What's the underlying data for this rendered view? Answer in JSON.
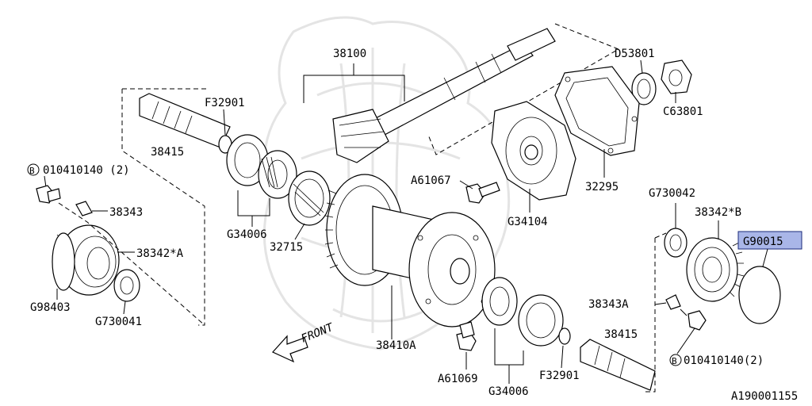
{
  "diagram": {
    "labels": {
      "shaft_38100": "38100",
      "d53801": "D53801",
      "c63801": "C63801",
      "f32901_top": "F32901",
      "shaft_38415_left": "38415",
      "bolt_left_code": "010410140 (2)",
      "bolt_right_code": "010410140(2)",
      "b_marker": "B",
      "clip_38343": "38343",
      "g34006_left": "G34006",
      "g32715": "32715",
      "a61067": "A61067",
      "g34104": "G34104",
      "g32295": "32295",
      "g38342a": "38342*A",
      "g98403": "G98403",
      "g730041": "G730041",
      "g730042": "G730042",
      "g38342b": "38342*B",
      "g90015": "G90015",
      "clip_38343a": "38343A",
      "g38410a": "38410A",
      "a61069": "A61069",
      "g34006_bottom": "G34006",
      "f32901_bottom": "F32901",
      "shaft_38415_right": "38415",
      "front": "FRONT",
      "figure_code": "A190001155"
    },
    "highlight_color": "#a9b6e8"
  }
}
